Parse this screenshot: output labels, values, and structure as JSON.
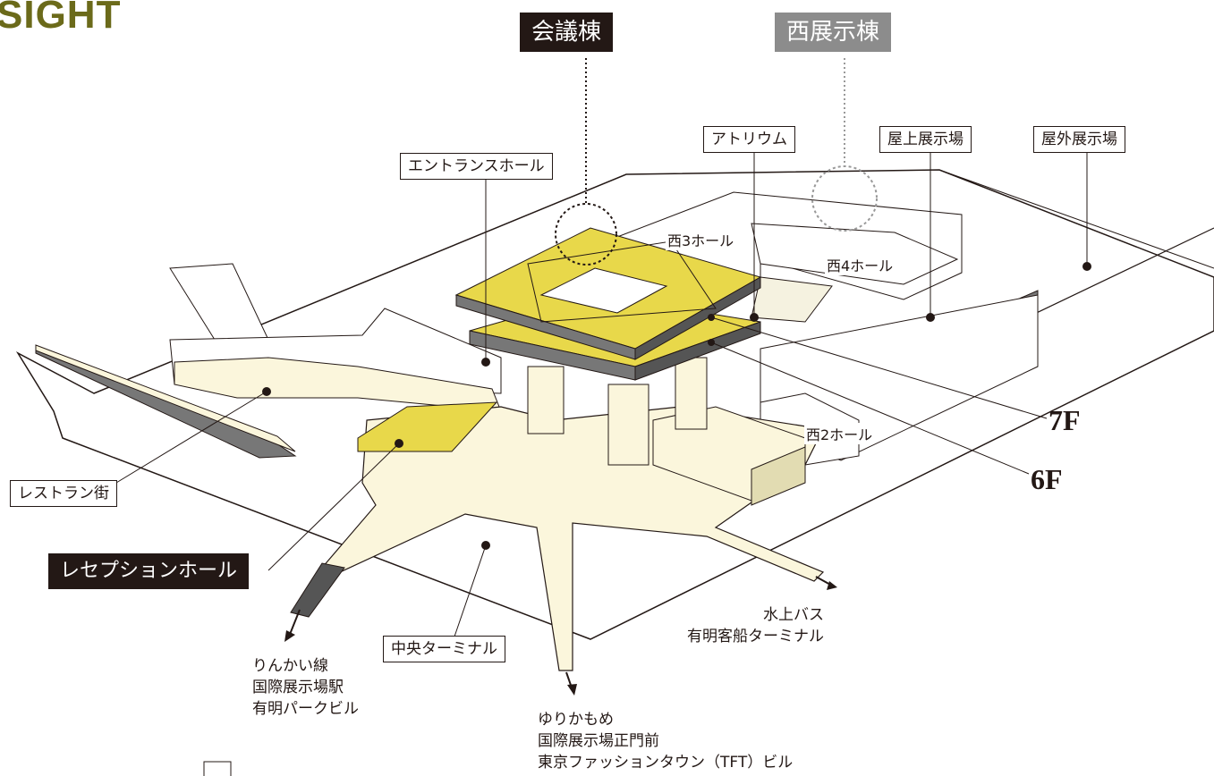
{
  "brand": "SIGHT",
  "buildings": {
    "conference": "会議棟",
    "west_exhibition": "西展示棟"
  },
  "labels": {
    "atrium": "アトリウム",
    "rooftop_exhibition": "屋上展示場",
    "outdoor_exhibition": "屋外展示場",
    "entrance_hall": "エントランスホール",
    "restaurant_street": "レストラン街",
    "reception_hall": "レセプションホール",
    "central_terminal": "中央ターミナル"
  },
  "halls": {
    "west3": "西3ホール",
    "west4": "西4ホール",
    "west2": "西2ホール"
  },
  "floors": {
    "f7": "7F",
    "f6": "6F"
  },
  "destinations": {
    "rinkai": "りんかい線\n国際展示場駅\n有明パークビル",
    "yurikamome": "ゆりかもめ\n国際展示場正門前\n東京ファッションタウン（TFT）ビル",
    "waterbus": "水上バス\n有明客船ターミナル"
  },
  "colors": {
    "yellow": "#e8d84a",
    "cream": "#fbf6dc",
    "dark": "#231815",
    "gray": "#8c8c8c",
    "brand": "#6b6a1a"
  }
}
